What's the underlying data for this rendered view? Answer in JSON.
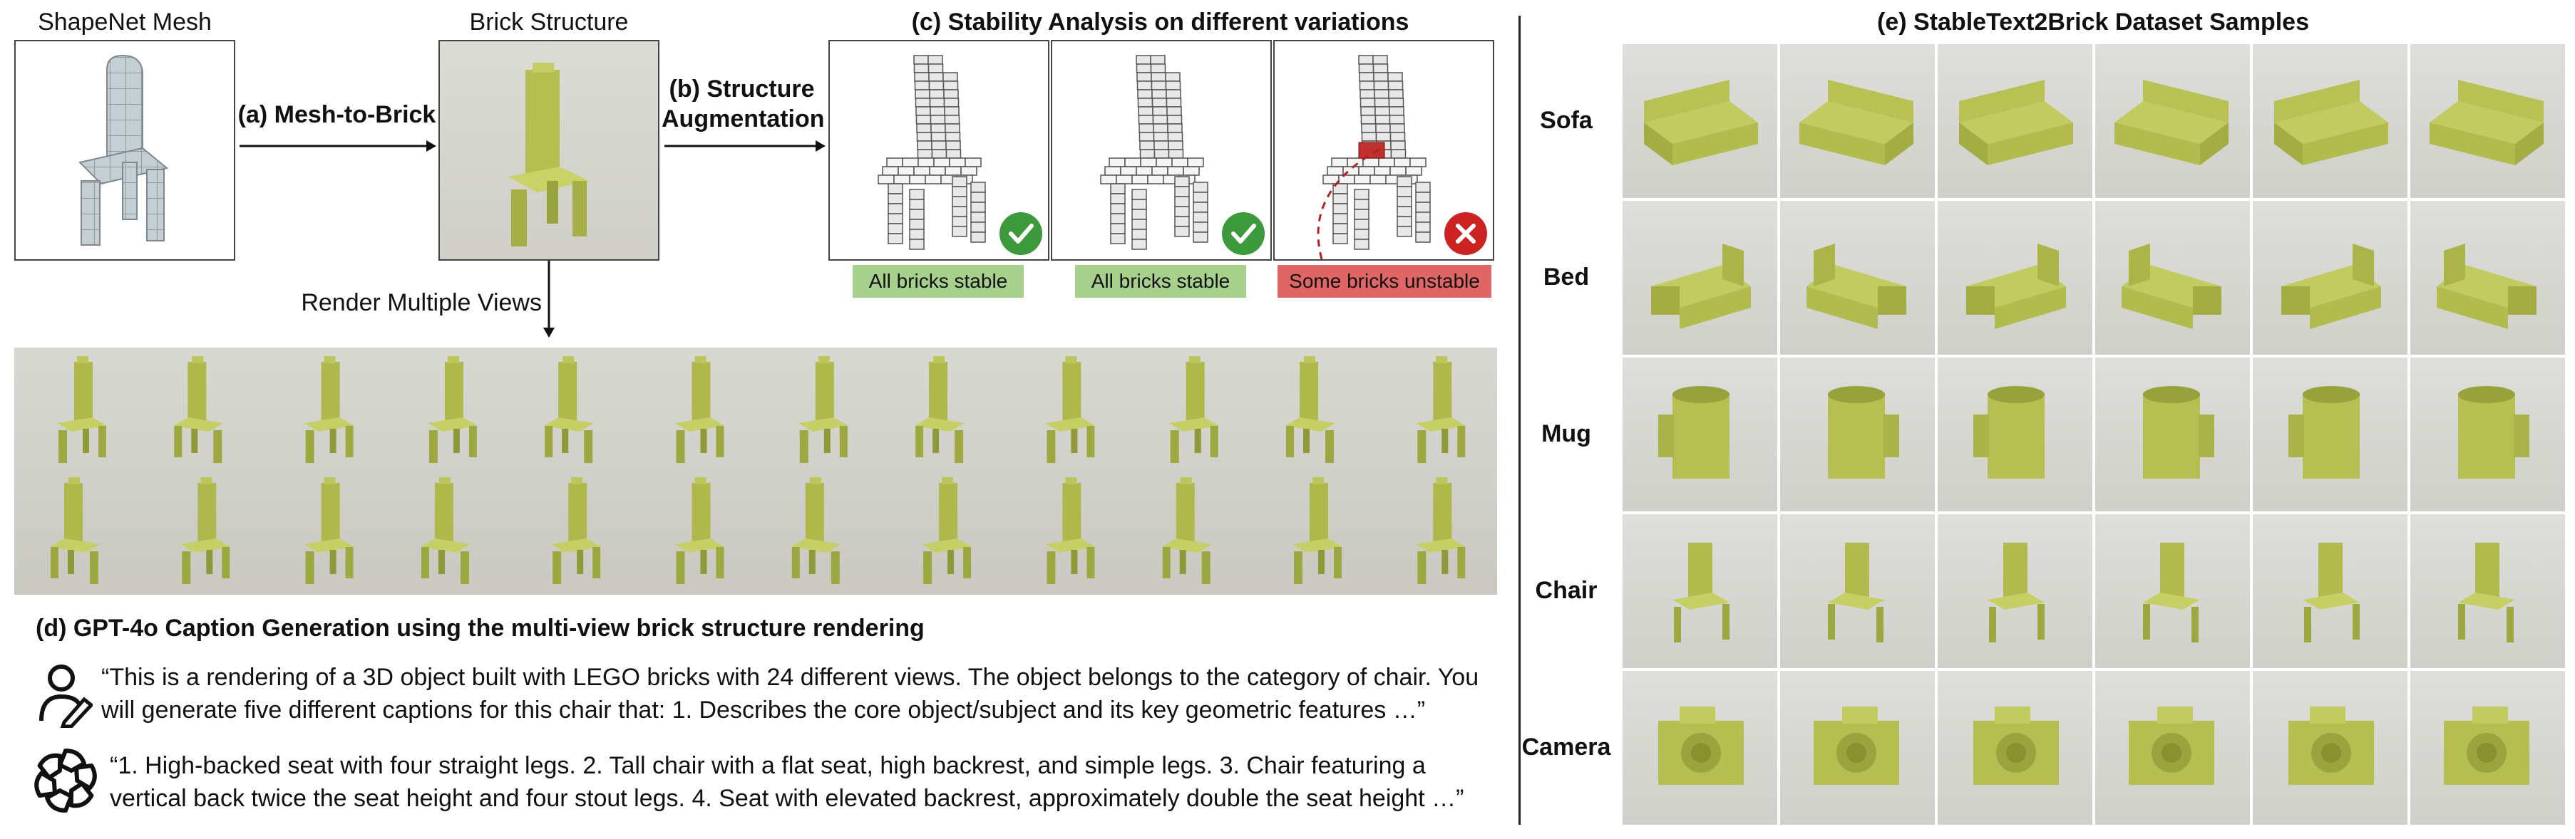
{
  "pipeline": {
    "mesh_title": "ShapeNet Mesh",
    "brick_title": "Brick Structure",
    "step_a": "(a) Mesh-to-Brick",
    "step_b_line1": "(b) Structure",
    "step_b_line2": "Augmentation",
    "render_label": "Render Multiple Views"
  },
  "stability": {
    "title": "(c) Stability Analysis on different variations",
    "variants": [
      {
        "status": "All bricks stable",
        "result": "stable",
        "icon": "check-icon"
      },
      {
        "status": "All bricks stable",
        "result": "stable",
        "icon": "check-icon"
      },
      {
        "status": "Some bricks unstable",
        "result": "unstable",
        "icon": "cross-icon"
      }
    ],
    "colors": {
      "stable": "#a8d08d",
      "unstable": "#e06666",
      "check": "#3c9a3c",
      "cross": "#cc2222"
    }
  },
  "captioning": {
    "title": "(d) GPT-4o Caption Generation using the multi-view brick structure rendering",
    "prompt_line1": "“This is a rendering of a 3D object built with LEGO bricks with 24 different views. The object belongs to the category of chair. You",
    "prompt_line2": "will generate five different captions for this chair that: 1. Describes the core object/subject and its key geometric features …”",
    "response_line1": "“1. High-backed seat with four straight legs. 2. Tall chair with a flat seat, high backrest, and simple legs. 3. Chair featuring a",
    "response_line2": "vertical back twice the seat height and four stout legs. 4. Seat with elevated backrest, approximately double the seat height …”"
  },
  "dataset": {
    "title": "(e) StableText2Brick Dataset Samples",
    "rows": [
      {
        "label": "Sofa"
      },
      {
        "label": "Bed"
      },
      {
        "label": "Mug"
      },
      {
        "label": "Chair"
      },
      {
        "label": "Camera"
      }
    ],
    "brick_color": "#b9c355"
  }
}
